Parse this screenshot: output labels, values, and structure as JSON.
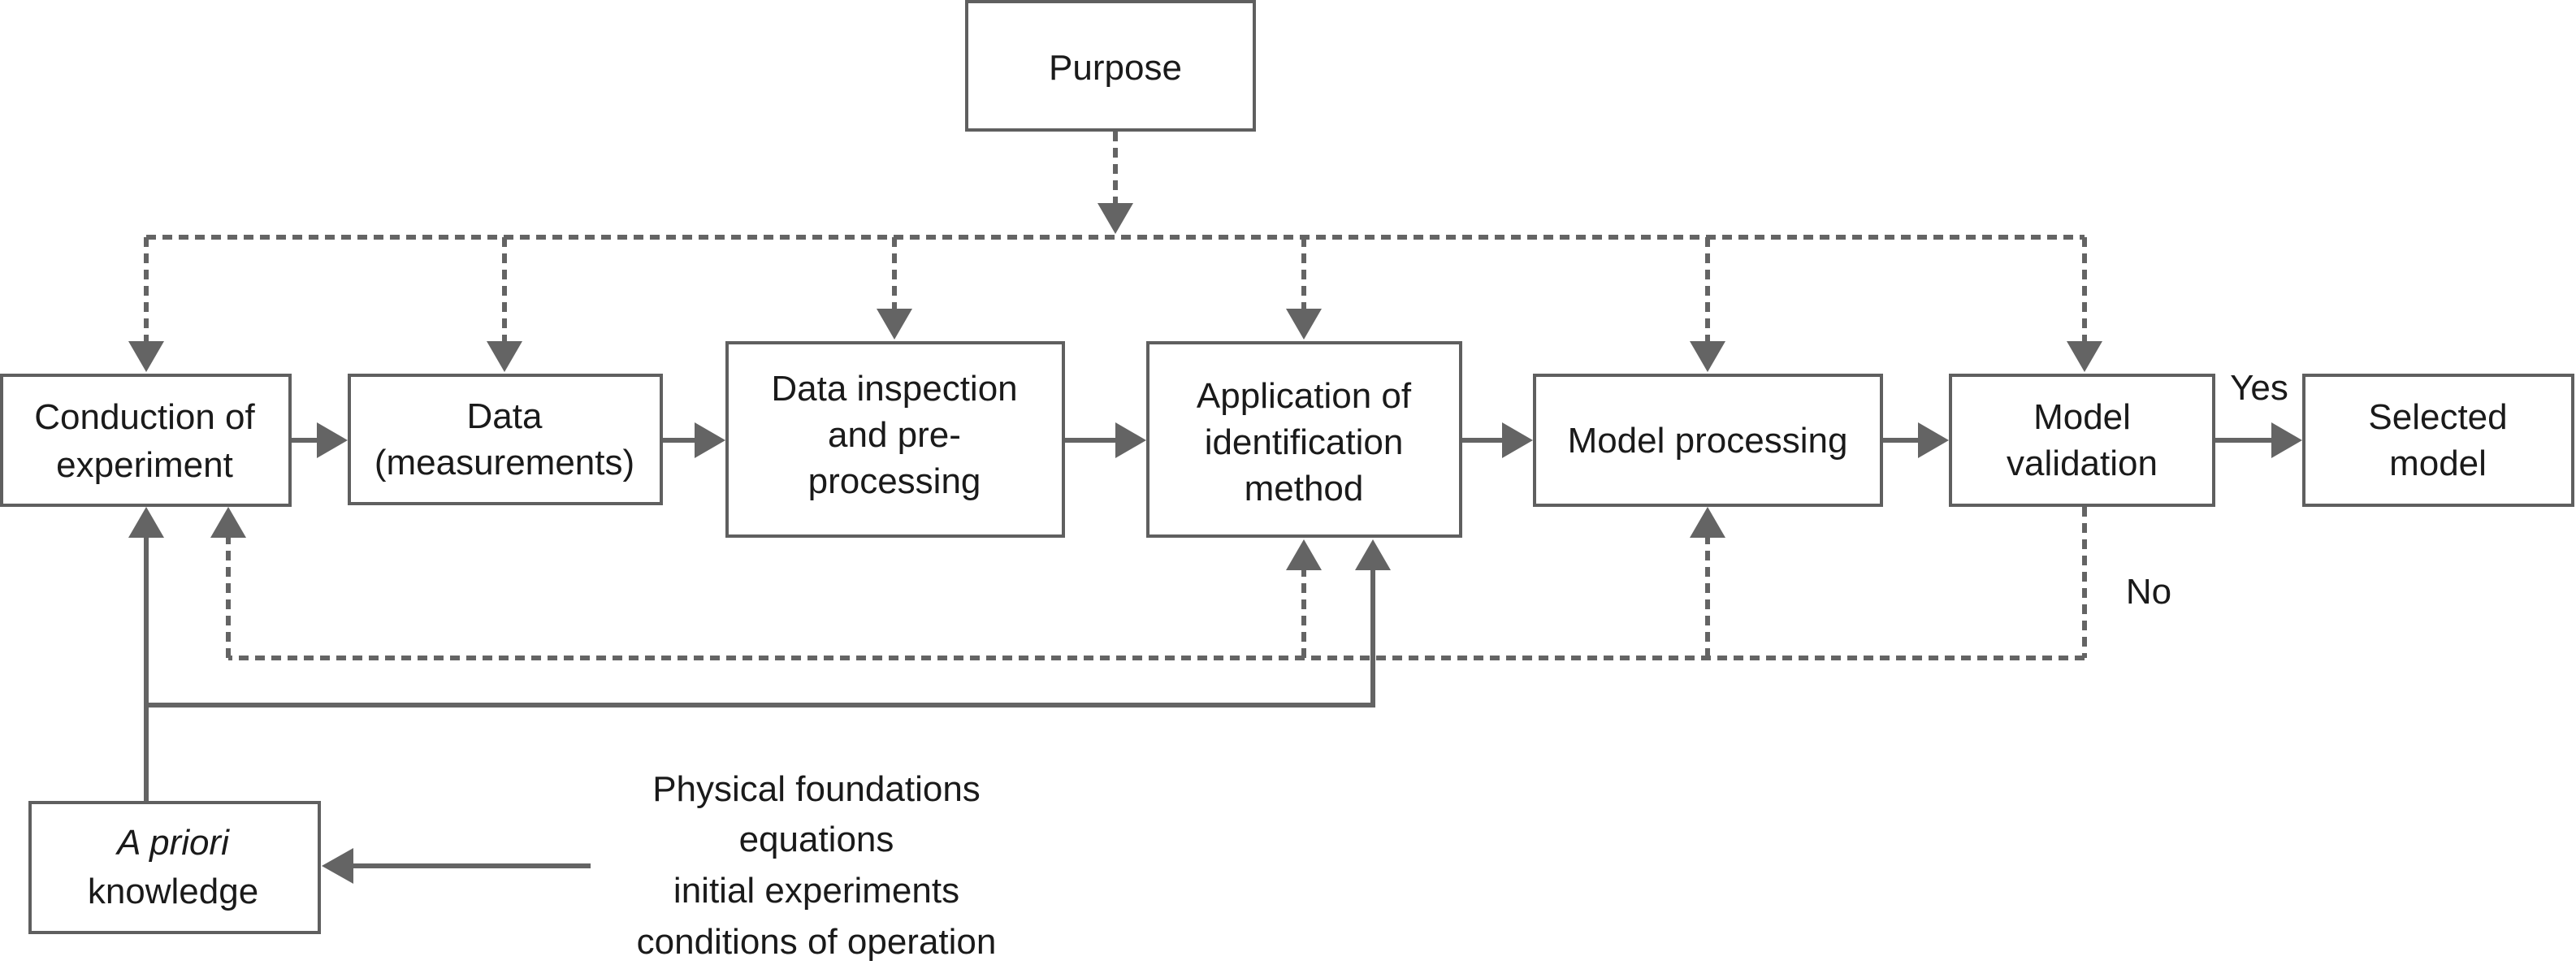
{
  "nodes": {
    "purpose": {
      "lines": [
        "Purpose"
      ]
    },
    "conduction": {
      "lines": [
        "Conduction of",
        "experiment"
      ]
    },
    "data": {
      "lines": [
        "Data",
        "(measurements)"
      ]
    },
    "inspection": {
      "lines": [
        "Data inspection",
        "and pre-",
        "processing"
      ]
    },
    "application": {
      "lines": [
        "Application of",
        "identification",
        "method"
      ]
    },
    "processing": {
      "lines": [
        "Model processing"
      ]
    },
    "validation": {
      "lines": [
        "Model",
        "validation"
      ]
    },
    "selected": {
      "lines": [
        "Selected",
        "model"
      ]
    },
    "apriori": {
      "lines": [
        "A priori",
        "knowledge"
      ]
    }
  },
  "edge_labels": {
    "yes": "Yes",
    "no": "No"
  },
  "sources": [
    "Physical foundations",
    "equations",
    "initial experiments",
    "conditions of operation"
  ],
  "colors": {
    "line": "#646464",
    "box_border": "#5f5f5f",
    "text": "#1a1a1a"
  }
}
